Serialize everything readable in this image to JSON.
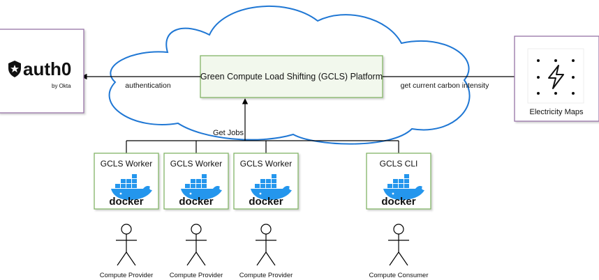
{
  "platform": {
    "label": "Green Compute Load Shifting (GCLS) Platform"
  },
  "edges": {
    "authentication": "authentication",
    "carbon": "get current carbon intensity",
    "jobs": "Get Jobs"
  },
  "auth0": {
    "wordmark": "auth0",
    "byline": "by Okta"
  },
  "electricity_maps": {
    "label": "Electricity Maps",
    "icon": "lightning-bolt-icon"
  },
  "containers": [
    {
      "title": "GCLS Worker",
      "logo_text": "docker"
    },
    {
      "title": "GCLS Worker",
      "logo_text": "docker"
    },
    {
      "title": "GCLS Worker",
      "logo_text": "docker"
    },
    {
      "title": "GCLS CLI",
      "logo_text": "docker"
    }
  ],
  "actors": [
    {
      "label": "Compute Provider"
    },
    {
      "label": "Compute Provider"
    },
    {
      "label": "Compute Provider"
    },
    {
      "label": "Compute Consumer"
    }
  ],
  "colors": {
    "cloud_stroke": "#1f77d4",
    "platform_border": "#82b366",
    "platform_fill": "#f2f8ed",
    "container_border": "#82b366",
    "external_border": "#9673a6",
    "docker_blue": "#2496ed"
  }
}
